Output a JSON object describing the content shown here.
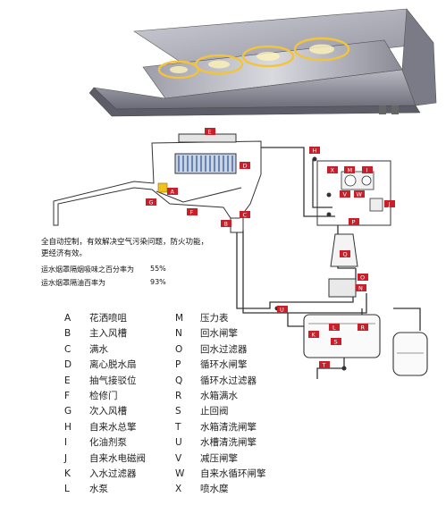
{
  "description": {
    "line1": "全自动控制，有效解决空气污染问题，防火功能，",
    "line2": "更经济有效。"
  },
  "rates": [
    {
      "label": "运水烟罩隔烟吸味之百分率为",
      "value": "55%"
    },
    {
      "label": "运水烟罩隔油百率为",
      "value": "93%"
    }
  ],
  "legend_left": [
    {
      "code": "A",
      "label": "花洒喷咀"
    },
    {
      "code": "B",
      "label": "主入风槽"
    },
    {
      "code": "C",
      "label": "满水"
    },
    {
      "code": "D",
      "label": "离心脱水扇"
    },
    {
      "code": "E",
      "label": "抽气接驳位"
    },
    {
      "code": "F",
      "label": "检修门"
    },
    {
      "code": "G",
      "label": "次入风槽"
    },
    {
      "code": "H",
      "label": "自来水总擎"
    },
    {
      "code": "I",
      "label": "化油剂泵"
    },
    {
      "code": "J",
      "label": "自来水电磁阀"
    },
    {
      "code": "K",
      "label": "入水过滤器"
    },
    {
      "code": "L",
      "label": "水泵"
    }
  ],
  "legend_right": [
    {
      "code": "M",
      "label": "压力表"
    },
    {
      "code": "N",
      "label": "回水闸擎"
    },
    {
      "code": "O",
      "label": "回水过滤器"
    },
    {
      "code": "P",
      "label": "循环水闸擎"
    },
    {
      "code": "Q",
      "label": "循环水过滤器"
    },
    {
      "code": "R",
      "label": "水箱满水"
    },
    {
      "code": "S",
      "label": "止回阀"
    },
    {
      "code": "T",
      "label": "水箱清洗闸擎"
    },
    {
      "code": "U",
      "label": "水槽清洗闸擎"
    },
    {
      "code": "V",
      "label": "减压闸擎"
    },
    {
      "code": "W",
      "label": "自来水循环闸擎"
    },
    {
      "code": "X",
      "label": "喷水糜"
    }
  ],
  "tags": {
    "A": "A",
    "B": "B",
    "C": "C",
    "D": "D",
    "E": "E",
    "F": "F",
    "G": "G",
    "H": "H",
    "I": "I",
    "J": "J",
    "K": "K",
    "L": "L",
    "M": "M",
    "N": "N",
    "O": "O",
    "P": "P",
    "Q": "Q",
    "R": "R",
    "S": "S",
    "T": "T",
    "U": "U",
    "V": "V",
    "W": "W",
    "X": "X"
  },
  "colors": {
    "tag_red": "#c8202a",
    "line": "#333333",
    "hood_steel": "#a9a9b4",
    "hood_dark": "#6f6f7b",
    "flame": "#f3c43a"
  }
}
